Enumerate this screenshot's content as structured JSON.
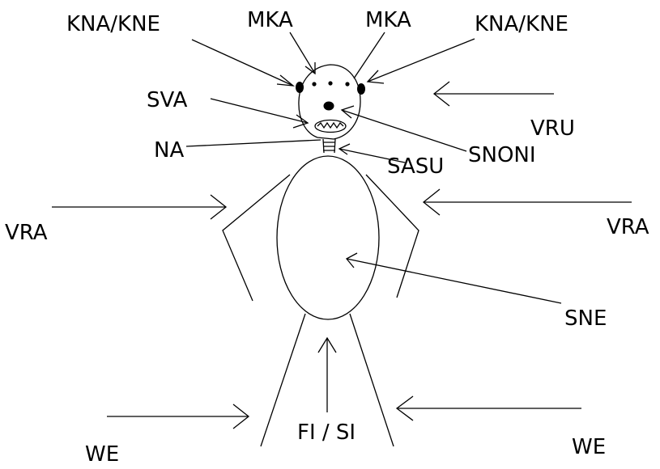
{
  "labels": {
    "kna_kne_left": "KNA/KNE",
    "mka_left": "MKA",
    "mka_right": "MKA",
    "kna_kne_right": "KNA/KNE",
    "sva": "SVA",
    "vru": "VRU",
    "na": "NA",
    "snoni": "SNONI",
    "sasu": "SASU",
    "vra_left": "VRA",
    "vra_right": "VRA",
    "sne": "SNE",
    "fi_si": "FI / SI",
    "we_left": "WE",
    "we_right": "WE"
  }
}
